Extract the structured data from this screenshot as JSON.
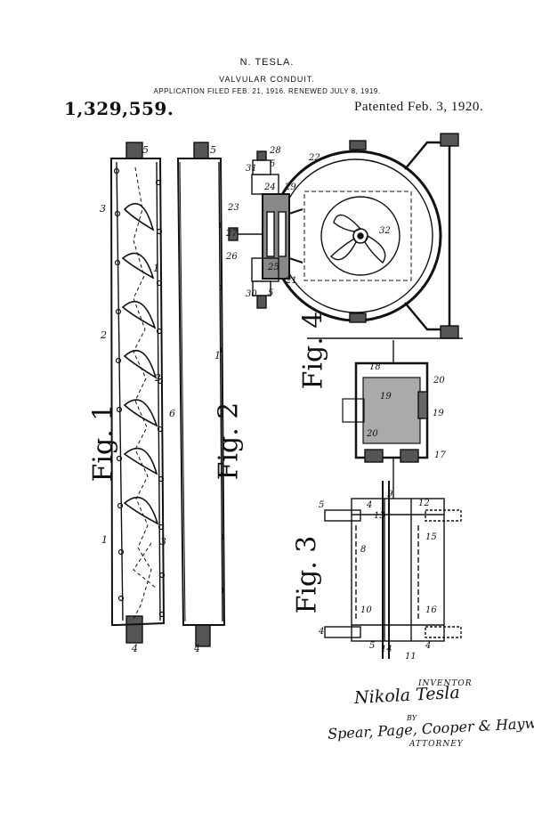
{
  "header": {
    "inventor": "N. TESLA.",
    "title": "VALVULAR CONDUIT.",
    "application": "APPLICATION FILED FEB. 21, 1916. RENEWED JULY 8, 1919.",
    "patent_number": "1,329,559.",
    "patented": "Patented Feb. 3, 1920."
  },
  "figures": {
    "fig1": "Fig. 1",
    "fig2": "Fig. 2",
    "fig3": "Fig. 3",
    "fig4": "Fig. 4"
  },
  "signature": {
    "inventor_label": "INVENTOR",
    "inventor_signature": "Nikola Tesla",
    "by_label": "BY",
    "attorney_signature": "Spear, Page, Cooper & Hayward",
    "attorney_label": "ATTORNEY"
  }
}
